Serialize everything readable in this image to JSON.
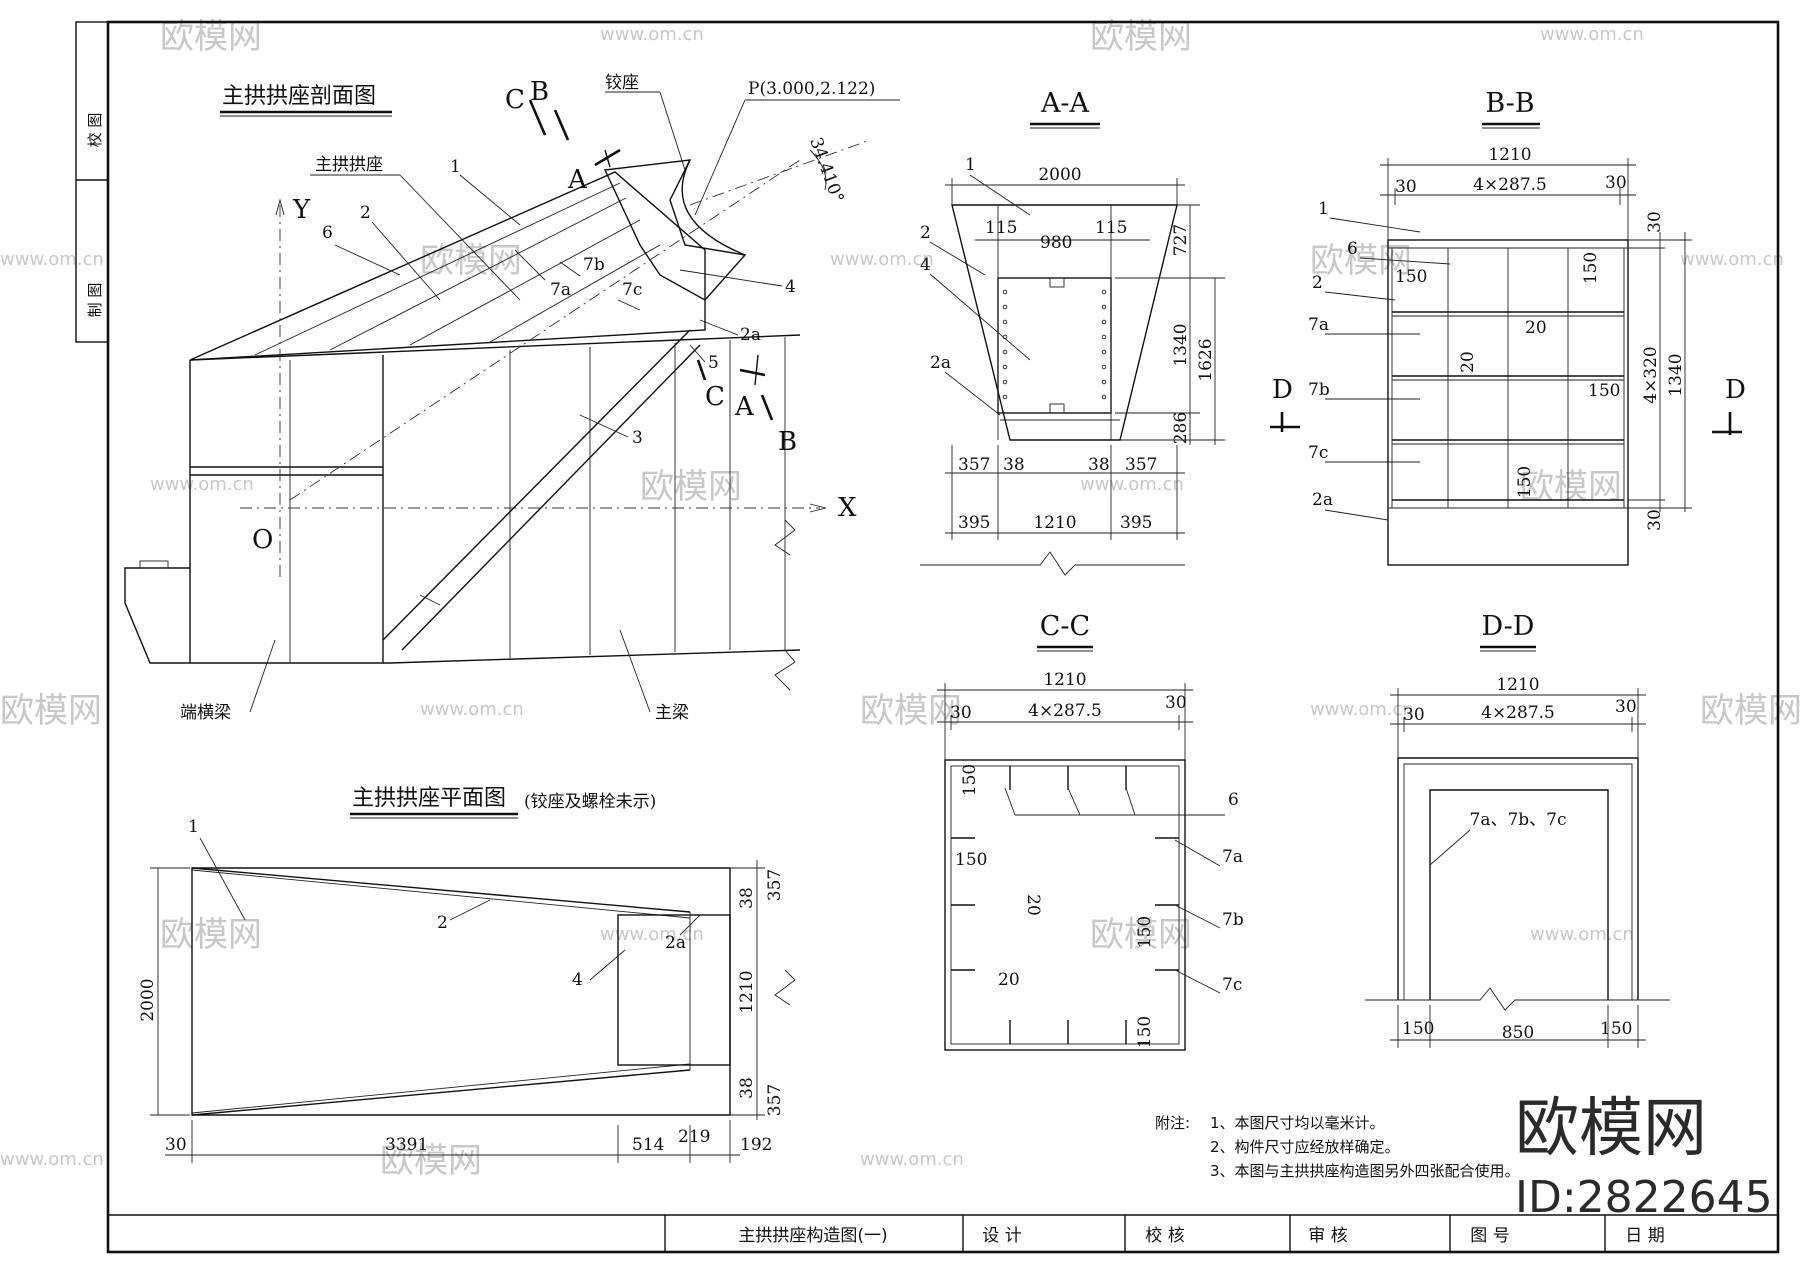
{
  "titles": {
    "section_view": "主拱拱座剖面图",
    "plan_view": "主拱拱座平面图",
    "plan_note": "(铰座及螺栓未示)",
    "aa": "A-A",
    "bb": "B-B",
    "cc": "C-C",
    "dd": "D-D"
  },
  "side_strip": {
    "check": "校 图",
    "draw": "制 图"
  },
  "section_view": {
    "labels": {
      "hinge": "铰座",
      "point_p": "P(3.000,2.122)",
      "angle": "34.410°",
      "arch_seat": "主拱拱座",
      "y_axis": "Y",
      "x_axis": "X",
      "origin": "O",
      "end_beam": "端横梁",
      "main_beam": "主梁",
      "cut_c_top": "C",
      "cut_b_top": "B",
      "cut_a_top": "A",
      "cut_c_bot": "C",
      "cut_a_bot": "A",
      "cut_b_bot": "B"
    },
    "parts": [
      "1",
      "2",
      "6",
      "7a",
      "7b",
      "7c",
      "4",
      "2a",
      "5",
      "3"
    ]
  },
  "plan_view": {
    "parts": [
      "1",
      "2",
      "4",
      "2a"
    ],
    "dims": {
      "width": "2000",
      "top_357": "357",
      "top_38": "38",
      "mid_1210": "1210",
      "bot_38": "38",
      "bot_357": "357",
      "d30": "30",
      "d3391": "3391",
      "d514": "514",
      "d219": "219",
      "d192": "192"
    }
  },
  "aa": {
    "parts": [
      "1",
      "2",
      "4",
      "2a"
    ],
    "dims": {
      "top": "2000",
      "d115a": "115",
      "d980": "980",
      "d115b": "115",
      "h727": "727",
      "h1340": "1340",
      "h1626": "1626",
      "h286": "286",
      "d357a": "357",
      "d38a": "38",
      "d38b": "38",
      "d357b": "357",
      "d395a": "395",
      "d1210": "1210",
      "d395b": "395"
    }
  },
  "bb": {
    "parts": [
      "1",
      "6",
      "2",
      "7a",
      "7b",
      "7c",
      "2a"
    ],
    "cut": "D",
    "dims": {
      "top": "1210",
      "d30a": "30",
      "div": "4×287.5",
      "d30b": "30",
      "d150a": "150",
      "d150b": "150",
      "d20a": "20",
      "d20b": "20",
      "d150c": "150",
      "d150d": "150",
      "h30a": "30",
      "h4x320": "4×320",
      "h1340": "1340",
      "h30b": "30"
    }
  },
  "cc": {
    "parts": [
      "6",
      "7a",
      "7b",
      "7c"
    ],
    "dims": {
      "top": "1210",
      "div": "4×287.5",
      "d30a": "30",
      "d30b": "30",
      "d150a": "150",
      "d150b": "150",
      "d20a": "20",
      "d150c": "150",
      "d20b": "20",
      "d150d": "150"
    }
  },
  "dd": {
    "label": "7a、7b、7c",
    "dims": {
      "top": "1210",
      "div": "4×287.5",
      "d30a": "30",
      "d30b": "30",
      "d150a": "150",
      "d850": "850",
      "d150b": "150"
    }
  },
  "notes": {
    "head": "附注:",
    "n1": "1、本图尺寸均以毫米计。",
    "n2": "2、构件尺寸应经放样确定。",
    "n3": "3、本图与主拱拱座构造图另外四张配合使用。"
  },
  "title_block": {
    "name": "主拱拱座构造图(一)",
    "design": "设 计",
    "check": "校 核",
    "review": "审 核",
    "drawing_no": "图 号",
    "date": "日 期"
  },
  "watermark": {
    "brand": "欧模网",
    "site": "www.om.cn",
    "id": "ID:2822645"
  }
}
